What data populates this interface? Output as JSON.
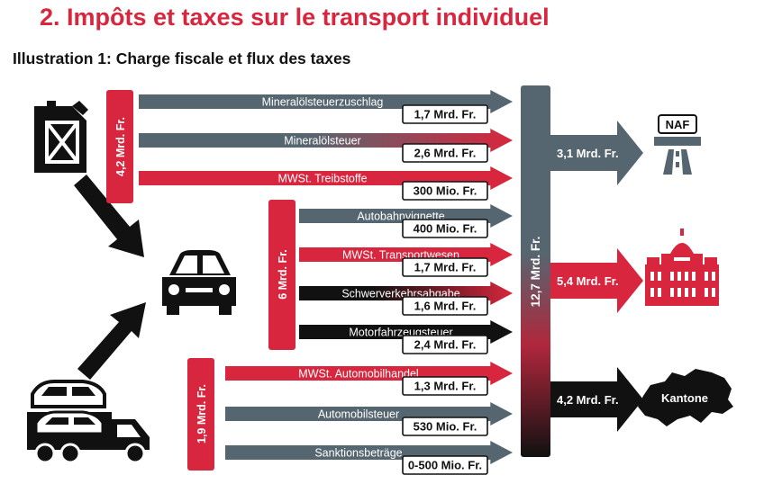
{
  "header": {
    "title": "2. Impôts et taxes sur le transport individuel",
    "subtitle": "Illustration 1: Charge fiscale et flux des taxes"
  },
  "colors": {
    "red": "#d7263d",
    "slate": "#566670",
    "black": "#111111",
    "white": "#ffffff"
  },
  "groups": [
    {
      "label": "4,2 Mrd. Fr."
    },
    {
      "label": "6 Mrd. Fr."
    },
    {
      "label": "1,9 Mrd. Fr."
    }
  ],
  "flows": [
    {
      "label": "Mineralölsteuerzuschlag",
      "value": "1,7 Mrd. Fr.",
      "style": "slate"
    },
    {
      "label": "Mineralölsteuer",
      "value": "2,6 Mrd. Fr.",
      "style": "slate-red"
    },
    {
      "label": "MWSt. Treibstoffe",
      "value": "300 Mio. Fr.",
      "style": "red"
    },
    {
      "label": "Autobahnvignette",
      "value": "400 Mio. Fr.",
      "style": "slate"
    },
    {
      "label": "MWSt. Transportwesen",
      "value": "1,7 Mrd. Fr.",
      "style": "red"
    },
    {
      "label": "Schwerverkehrsabgabe",
      "value": "1,6 Mrd. Fr.",
      "style": "black-red"
    },
    {
      "label": "Motorfahrzeugsteuer",
      "value": "2,4 Mrd. Fr.",
      "style": "black"
    },
    {
      "label": "MWSt. Automobilhandel",
      "value": "1,3 Mrd. Fr.",
      "style": "red"
    },
    {
      "label": "Automobilsteuer",
      "value": "530 Mio. Fr.",
      "style": "slate"
    },
    {
      "label": "Sanktionsbeträge",
      "value": "0-500 Mio. Fr.",
      "style": "slate"
    }
  ],
  "total": {
    "label": "12,7 Mrd. Fr."
  },
  "outputs": [
    {
      "label": "3,1 Mrd. Fr.",
      "recipient": "NAF",
      "icon": "highway-icon",
      "color": "#566670"
    },
    {
      "label": "5,4 Mrd. Fr.",
      "recipient": "",
      "icon": "parliament-building-icon",
      "color": "#d7263d"
    },
    {
      "label": "4,2 Mrd. Fr.",
      "recipient": "Kantone",
      "icon": "switzerland-map-icon",
      "color": "#111111"
    }
  ],
  "sources": [
    {
      "icon": "fuel-canister-icon"
    },
    {
      "icon": "car-icon"
    },
    {
      "icon": "car-transporter-truck-icon"
    }
  ]
}
